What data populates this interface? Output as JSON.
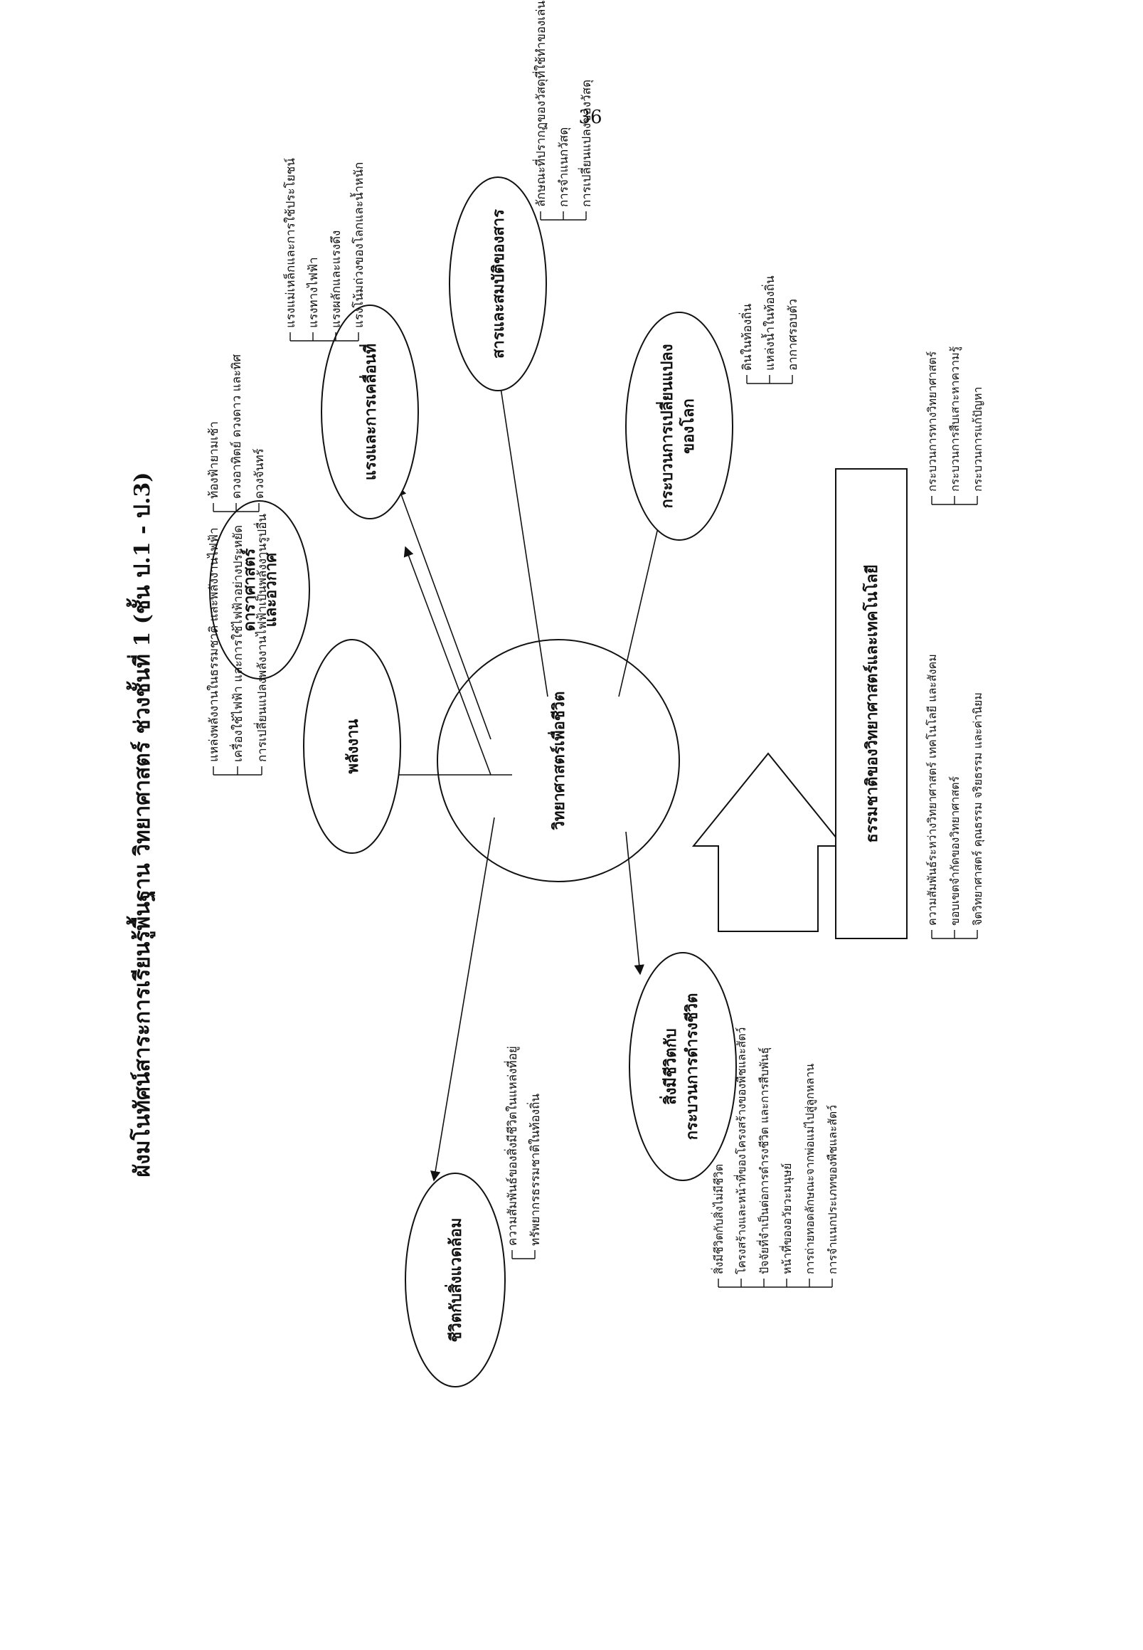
{
  "page_number": "36",
  "title": "ผังมโนทัศน์สาระการเรียนรู้พื้นฐาน  วิทยาศาสตร์  ช่วงชั้นที่ 1 (ชั้น ป.1 - ป.3)",
  "center": "วิทยาศาสตร์เพื่อชีวิต",
  "arrow_box": "ธรรมชาติของวิทยาศาสตร์และเทคโนโลยี",
  "nodes": {
    "energy": "พลังงาน",
    "astronomy_line1": "ดาราศาสตร์",
    "astronomy_line2": "และอวกาศ",
    "forces": "แรงและการเคลื่อนที่",
    "substances": "สารและสมบัติของสาร",
    "earth_line1": "กระบวนการเปลี่ยนแปลง",
    "earth_line2": "ของโลก",
    "environment": "ชีวิตกับสิ่งแวดล้อม",
    "life_line1": "สิ่งมีชีวิตกับ",
    "life_line2": "กระบวนการดำรงชีวิต"
  },
  "lists": {
    "energy": [
      "แหล่งพลังงานในธรรมชาติ และพลังงานไฟฟ้า",
      "เครื่องใช้ไฟฟ้า และการใช้ไฟฟ้าอย่างประหยัด",
      "การเปลี่ยนแปลงพลังงานไฟฟ้าเป็นพลังงานรูปอื่น"
    ],
    "astronomy": [
      "ท้องฟ้ายามเช้า",
      "ดวงอาทิตย์ ดวงดาว และทิศ",
      "ดวงจันทร์"
    ],
    "forces": [
      "แรงแม่เหล็กและการใช้ประโยชน์",
      "แรงทางไฟฟ้า",
      "แรงผลักและแรงดึง",
      "แรงโน้มถ่วงของโลกและน้ำหนัก"
    ],
    "substances": [
      "ลักษณะที่ปรากฏของวัสดุที่ใช้ทำของเล่น",
      "การจำแนกวัสดุ",
      "การเปลี่ยนแปลงของวัสดุ"
    ],
    "earth": [
      "ดินในท้องถิ่น",
      "แหล่งน้ำในท้องถิ่น",
      "อากาศรอบตัว"
    ],
    "nature_right": [
      "กระบวนการทางวิทยาศาสตร์",
      "กระบวนการสืบเสาะหาความรู้",
      "กระบวนการแก้ปัญหา"
    ],
    "nature_left": [
      "ความสัมพันธ์ระหว่างวิทยาศาสตร์ เทคโนโลยี และสังคม",
      "ขอบเขตจำกัดของวิทยาศาสตร์",
      "จิตวิทยาศาสตร์ คุณธรรม จริยธรรม และค่านิยม"
    ],
    "environment": [
      "ความสัมพันธ์ของสิ่งมีชีวิตในแหล่งที่อยู่",
      "ทรัพยากรธรรมชาติในท้องถิ่น"
    ],
    "life": [
      "สิ่งมีชีวิตกับสิ่งไม่มีชีวิต",
      "โครงสร้างและหน้าที่ของโครงสร้างของพืชและสัตว์",
      "ปัจจัยที่จำเป็นต่อการดำรงชีวิต และการสืบพันธุ์",
      "หน้าที่ของอวัยวะมนุษย์",
      "การถ่ายทอดลักษณะจากพ่อแม่ไปสู่ลูกหลาน",
      "การจำแนกประเภทของพืชและสัตว์"
    ]
  }
}
